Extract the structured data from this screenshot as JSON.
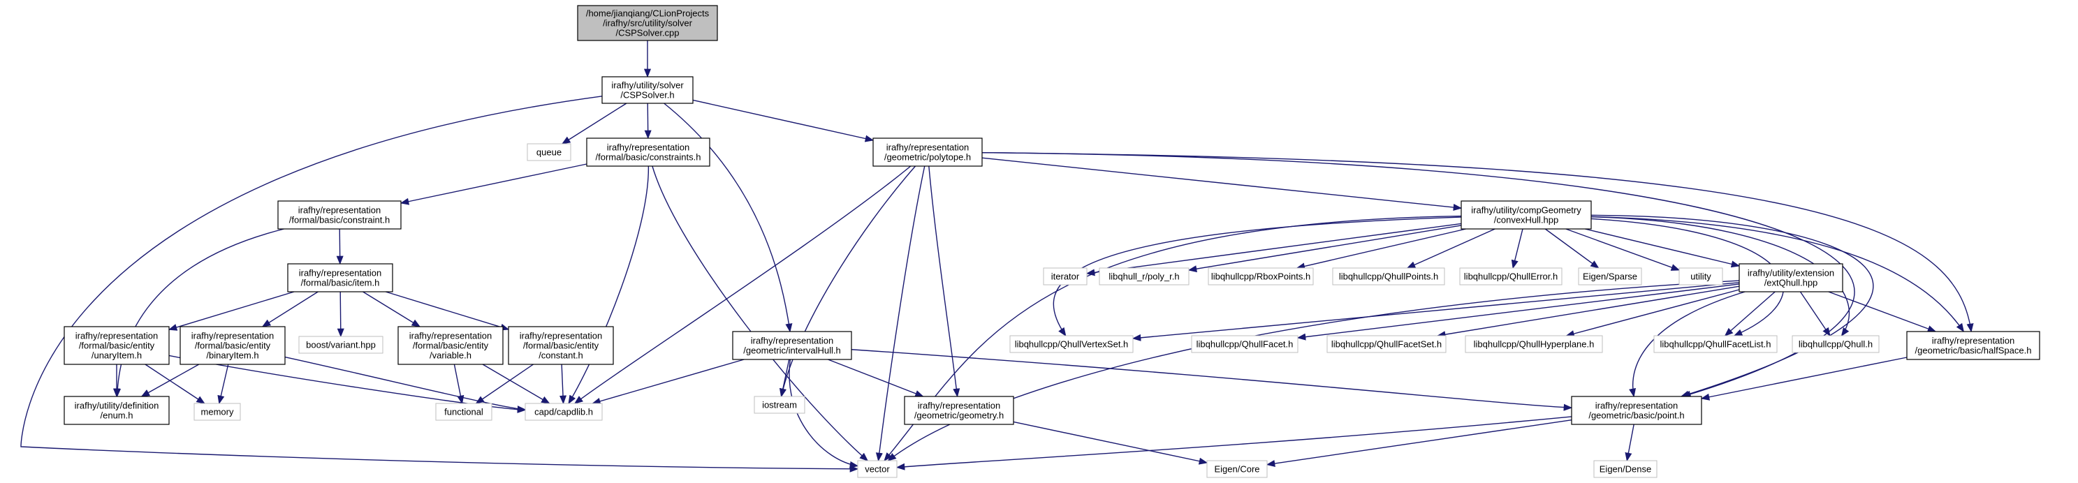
{
  "colors": {
    "edge": "#191970",
    "node_border": "#000000",
    "external_border": "#bfbfbf",
    "root_fill": "#bfbfbf"
  },
  "nodes": {
    "cspsolver_cpp": "/home/jianqiang/CLionProjects\n/irafhy/src/utility/solver\n/CSPSolver.cpp",
    "cspsolver_h": "irafhy/utility/solver\n/CSPSolver.h",
    "queue": "queue",
    "constraints_h": "irafhy/representation\n/formal/basic/constraints.h",
    "polytope_h": "irafhy/representation\n/geometric/polytope.h",
    "constraint_h": "irafhy/representation\n/formal/basic/constraint.h",
    "item_h": "irafhy/representation\n/formal/basic/item.h",
    "unaryitem_h": "irafhy/representation\n/formal/basic/entity\n/unaryItem.h",
    "binaryitem_h": "irafhy/representation\n/formal/basic/entity\n/binaryItem.h",
    "boost_variant": "boost/variant.hpp",
    "variable_h": "irafhy/representation\n/formal/basic/entity\n/variable.h",
    "constant_h": "irafhy/representation\n/formal/basic/entity\n/constant.h",
    "enum_h": "irafhy/utility/definition\n/enum.h",
    "memory": "memory",
    "functional": "functional",
    "capdlib": "capd/capdlib.h",
    "intervalhull_h": "irafhy/representation\n/geometric/intervalHull.h",
    "iostream": "iostream",
    "geometry_h": "irafhy/representation\n/geometric/geometry.h",
    "vector": "vector",
    "eigen_core": "Eigen/Core",
    "convexhull_hpp": "irafhy/utility/compGeometry\n/convexHull.hpp",
    "iterator": "iterator",
    "libqhull_r": "libqhull_r/poly_r.h",
    "rboxpoints": "libqhullcpp/RboxPoints.h",
    "qhullpoints": "libqhullcpp/QhullPoints.h",
    "qhullerror": "libqhullcpp/QhullError.h",
    "eigen_sparse": "Eigen/Sparse",
    "utility": "utility",
    "extqhull_hpp": "irafhy/utility/extension\n/extQhull.hpp",
    "qhullvertexset": "libqhullcpp/QhullVertexSet.h",
    "qhullfacet": "libqhullcpp/QhullFacet.h",
    "qhullfacetset": "libqhullcpp/QhullFacetSet.h",
    "qhullhyperplane": "libqhullcpp/QhullHyperplane.h",
    "qhullfacetlist": "libqhullcpp/QhullFacetList.h",
    "qhull_h": "libqhullcpp/Qhull.h",
    "halfspace_h": "irafhy/representation\n/geometric/basic/halfSpace.h",
    "point_h": "irafhy/representation\n/geometric/basic/point.h",
    "eigen_dense": "Eigen/Dense"
  }
}
